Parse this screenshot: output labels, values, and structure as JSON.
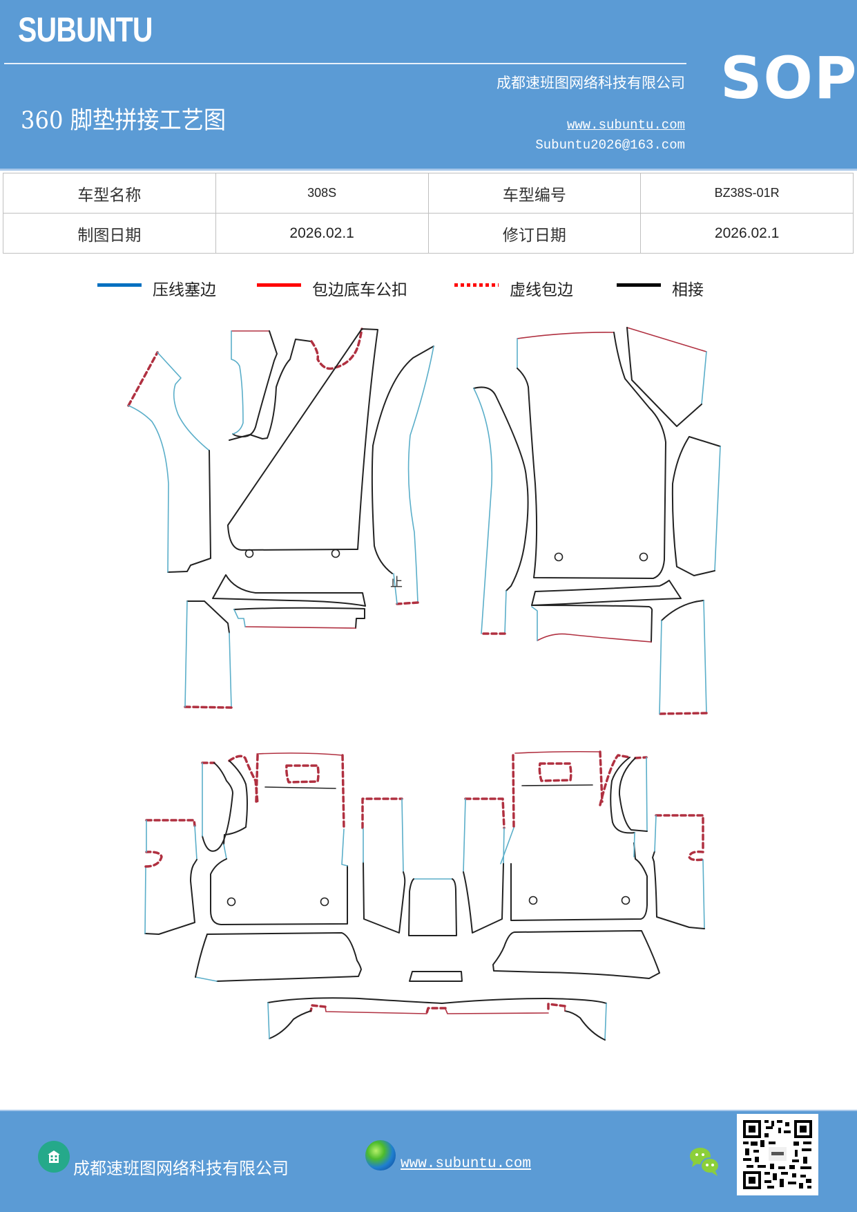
{
  "header": {
    "brand": "SUBUNTU",
    "title": "360 脚垫拼接工艺图",
    "company": "成都速班图网络科技有限公司",
    "website": "www.subuntu.com",
    "email": "Subuntu2026@163.com",
    "badge": "SOP"
  },
  "info_table": {
    "rows": [
      [
        {
          "label": "车型名称"
        },
        {
          "value": "308S"
        },
        {
          "label": "车型编号"
        },
        {
          "value": "BZ38S-01R"
        }
      ],
      [
        {
          "label": "制图日期"
        },
        {
          "value": "2026.02.1"
        },
        {
          "label": "修订日期"
        },
        {
          "value": "2026.02.1"
        }
      ]
    ]
  },
  "legend": {
    "items": [
      {
        "label": "压线塞边",
        "color": "#0070c0",
        "style": "solid"
      },
      {
        "label": "包边底车公扣",
        "color": "#ff0000",
        "style": "solid"
      },
      {
        "label": "虚线包边",
        "color": "#ff0000",
        "style": "dotted"
      },
      {
        "label": "相接",
        "color": "#000000",
        "style": "solid"
      }
    ]
  },
  "diagram": {
    "annotation": "止",
    "colors": {
      "blue_edge": "#5aaec9",
      "red_edge": "#b03040",
      "black_edge": "#222222"
    }
  },
  "footer": {
    "company": "成都速班图网络科技有限公司",
    "website": "www.subuntu.com",
    "icons": [
      "building-icon",
      "globe-icon",
      "wechat-icon",
      "qr-code"
    ]
  }
}
